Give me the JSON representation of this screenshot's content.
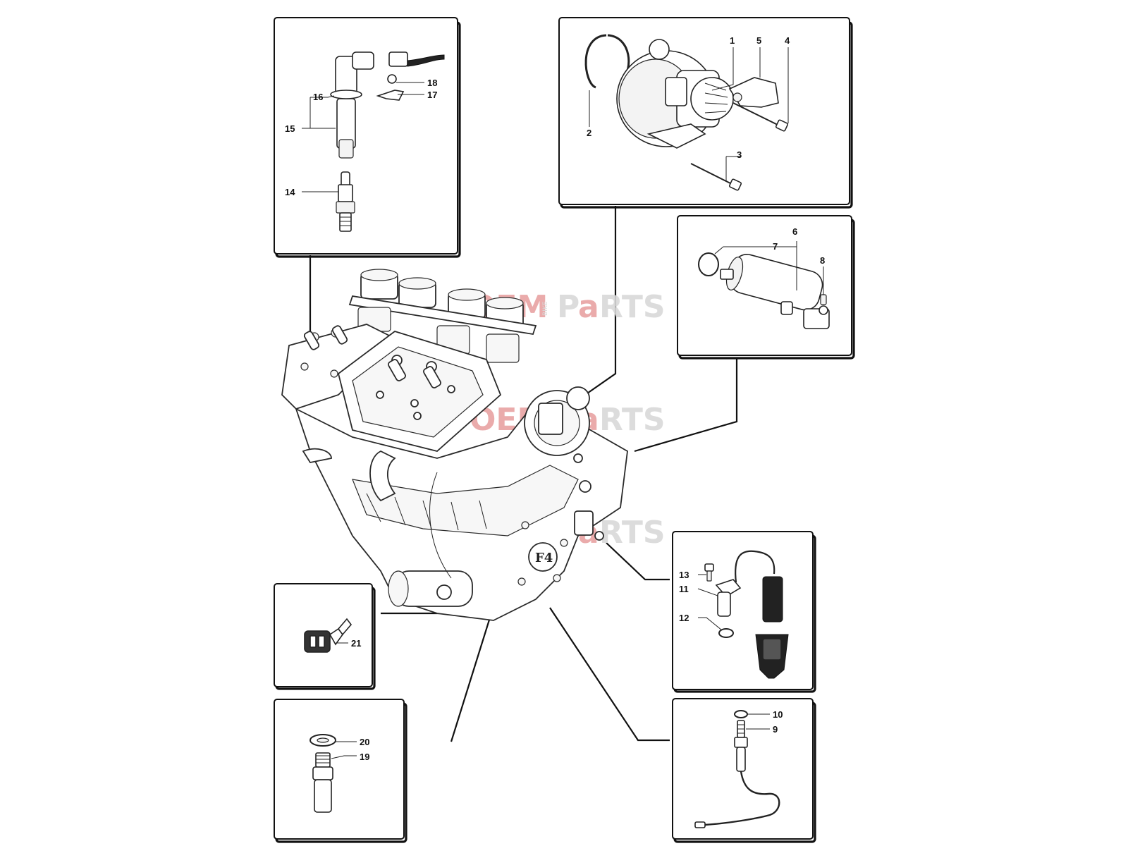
{
  "callouts": {
    "n1": "1",
    "n2": "2",
    "n3": "3",
    "n4": "4",
    "n5": "5",
    "n6": "6",
    "n7": "7",
    "n8": "8",
    "n9": "9",
    "n10": "10",
    "n11": "11",
    "n12": "12",
    "n13": "13",
    "n14": "14",
    "n15": "15",
    "n16": "16",
    "n17": "17",
    "n18": "18",
    "n19": "19",
    "n20": "20",
    "n21": "21"
  },
  "engine_badge": "F4",
  "watermark": {
    "part1": "OEM",
    "part2": "BIKE",
    "part3": "P",
    "part4": "a",
    "part5": "RTS",
    "accent_color": "#e8a3a3"
  }
}
